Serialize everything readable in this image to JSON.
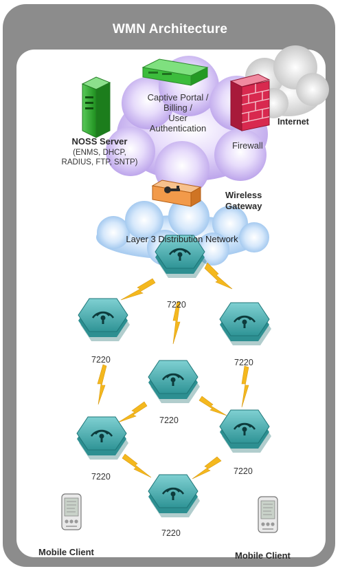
{
  "title": "WMN Architecture",
  "nodes": {
    "captive_portal": "Captive Portal /\nBilling /\nUser\nAuthentication",
    "noss_server_title": "NOSS Server",
    "noss_server_detail": "(ENMS, DHCP,\nRADIUS, FTP,  SNTP)",
    "firewall": "Firewall",
    "internet": "Internet",
    "wireless_gateway": "Wireless\nGateway",
    "distribution_network": "Layer 3 Distribution Network",
    "mesh_label": "7220",
    "mobile_client": "Mobile Client"
  },
  "colors": {
    "frame": "#8c8c8c",
    "core_cloud": "#c8b4f0",
    "distribution_cloud": "#a9cdf3",
    "node_teal": "#3aa6a8",
    "link_yellow": "#f4b81e",
    "server_green": "#33b233",
    "firewall_red": "#d8294f",
    "gateway_orange": "#f29a4a"
  }
}
